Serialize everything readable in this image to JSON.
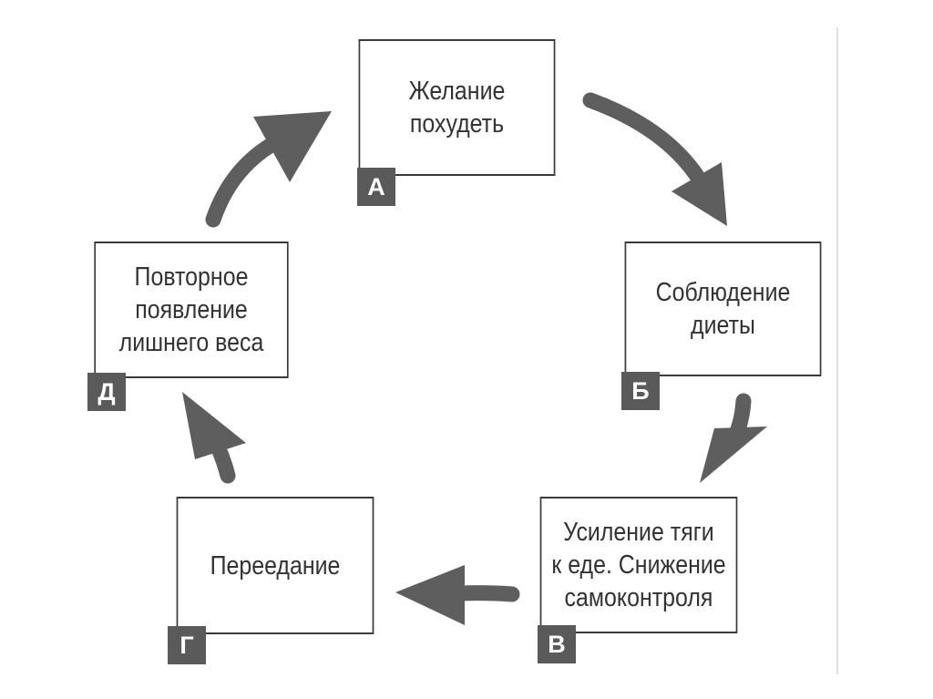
{
  "diagram": {
    "stages": [
      {
        "letter": "А",
        "text": "Желание\nпохудеть"
      },
      {
        "letter": "Б",
        "text": "Соблюдение\nдиеты"
      },
      {
        "letter": "В",
        "text": "Усиление тяги\nк еде. Снижение\nсамоконтроля"
      },
      {
        "letter": "Г",
        "text": "Переедание"
      },
      {
        "letter": "Д",
        "text": "Повторное\nпоявление\nлишнего веса"
      }
    ],
    "colors": {
      "arrow": "#5e5e5e",
      "badge": "#5a5a5a",
      "border": "#3a3a3a",
      "text": "#333333"
    }
  }
}
